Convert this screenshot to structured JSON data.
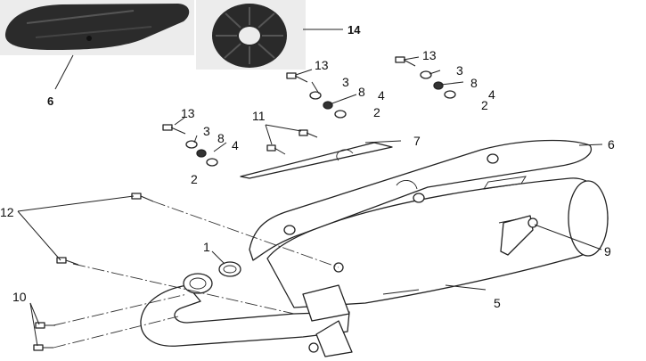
{
  "callouts": {
    "c1": "1",
    "c2a": "2",
    "c2b": "2",
    "c2c": "2",
    "c3a": "3",
    "c3b": "3",
    "c3c": "3",
    "c4a": "4",
    "c4b": "4",
    "c4c": "4",
    "c5": "5",
    "c6": "6",
    "c6photo": "6",
    "c7": "7",
    "c8a": "8",
    "c8b": "8",
    "c8c": "8",
    "c9": "9",
    "c10": "10",
    "c11": "11",
    "c12": "12",
    "c13a": "13",
    "c13b": "13",
    "c13c": "13",
    "c14": "14"
  },
  "colors": {
    "line": "#222222",
    "photo_bg": "#ececec",
    "rubber": "#2a2a2a"
  }
}
